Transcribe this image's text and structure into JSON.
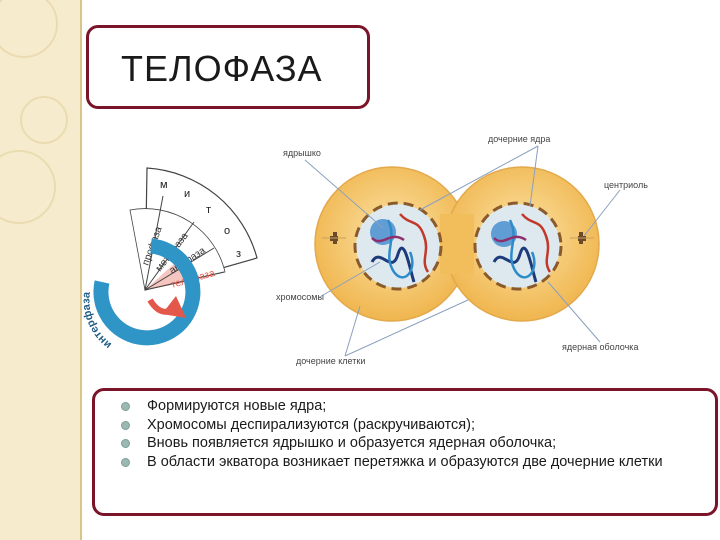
{
  "title": "ТЕЛОФАЗА",
  "labels": {
    "nucleolus": "ядрышко",
    "daughter_nuclei": "дочерние ядра",
    "centriole": "центриоль",
    "chromosomes": "хромосомы",
    "daughter_cells": "дочерние клетки",
    "nuclear_envelope": "ядерная оболочка"
  },
  "wheel": {
    "mitosis_letters": [
      "м",
      "и",
      "т",
      "о",
      "з"
    ],
    "phases": [
      "профаза",
      "метафаза",
      "анафаза",
      "телофаза"
    ],
    "interphase": "интерфаза"
  },
  "colors": {
    "frame": "#7a1428",
    "cell": "#f4c56a",
    "nucleus": "#dde9ef",
    "highlight_phase": "#e3584b"
  },
  "bullets": [
    "Формируются новые ядра;",
    "Хромосомы деспирализуются (раскручиваются);",
    "Вновь появляется ядрышко и образуется ядерная оболочка;",
    "В области экватора возникает перетяжка и образуются две дочерние клетки"
  ]
}
